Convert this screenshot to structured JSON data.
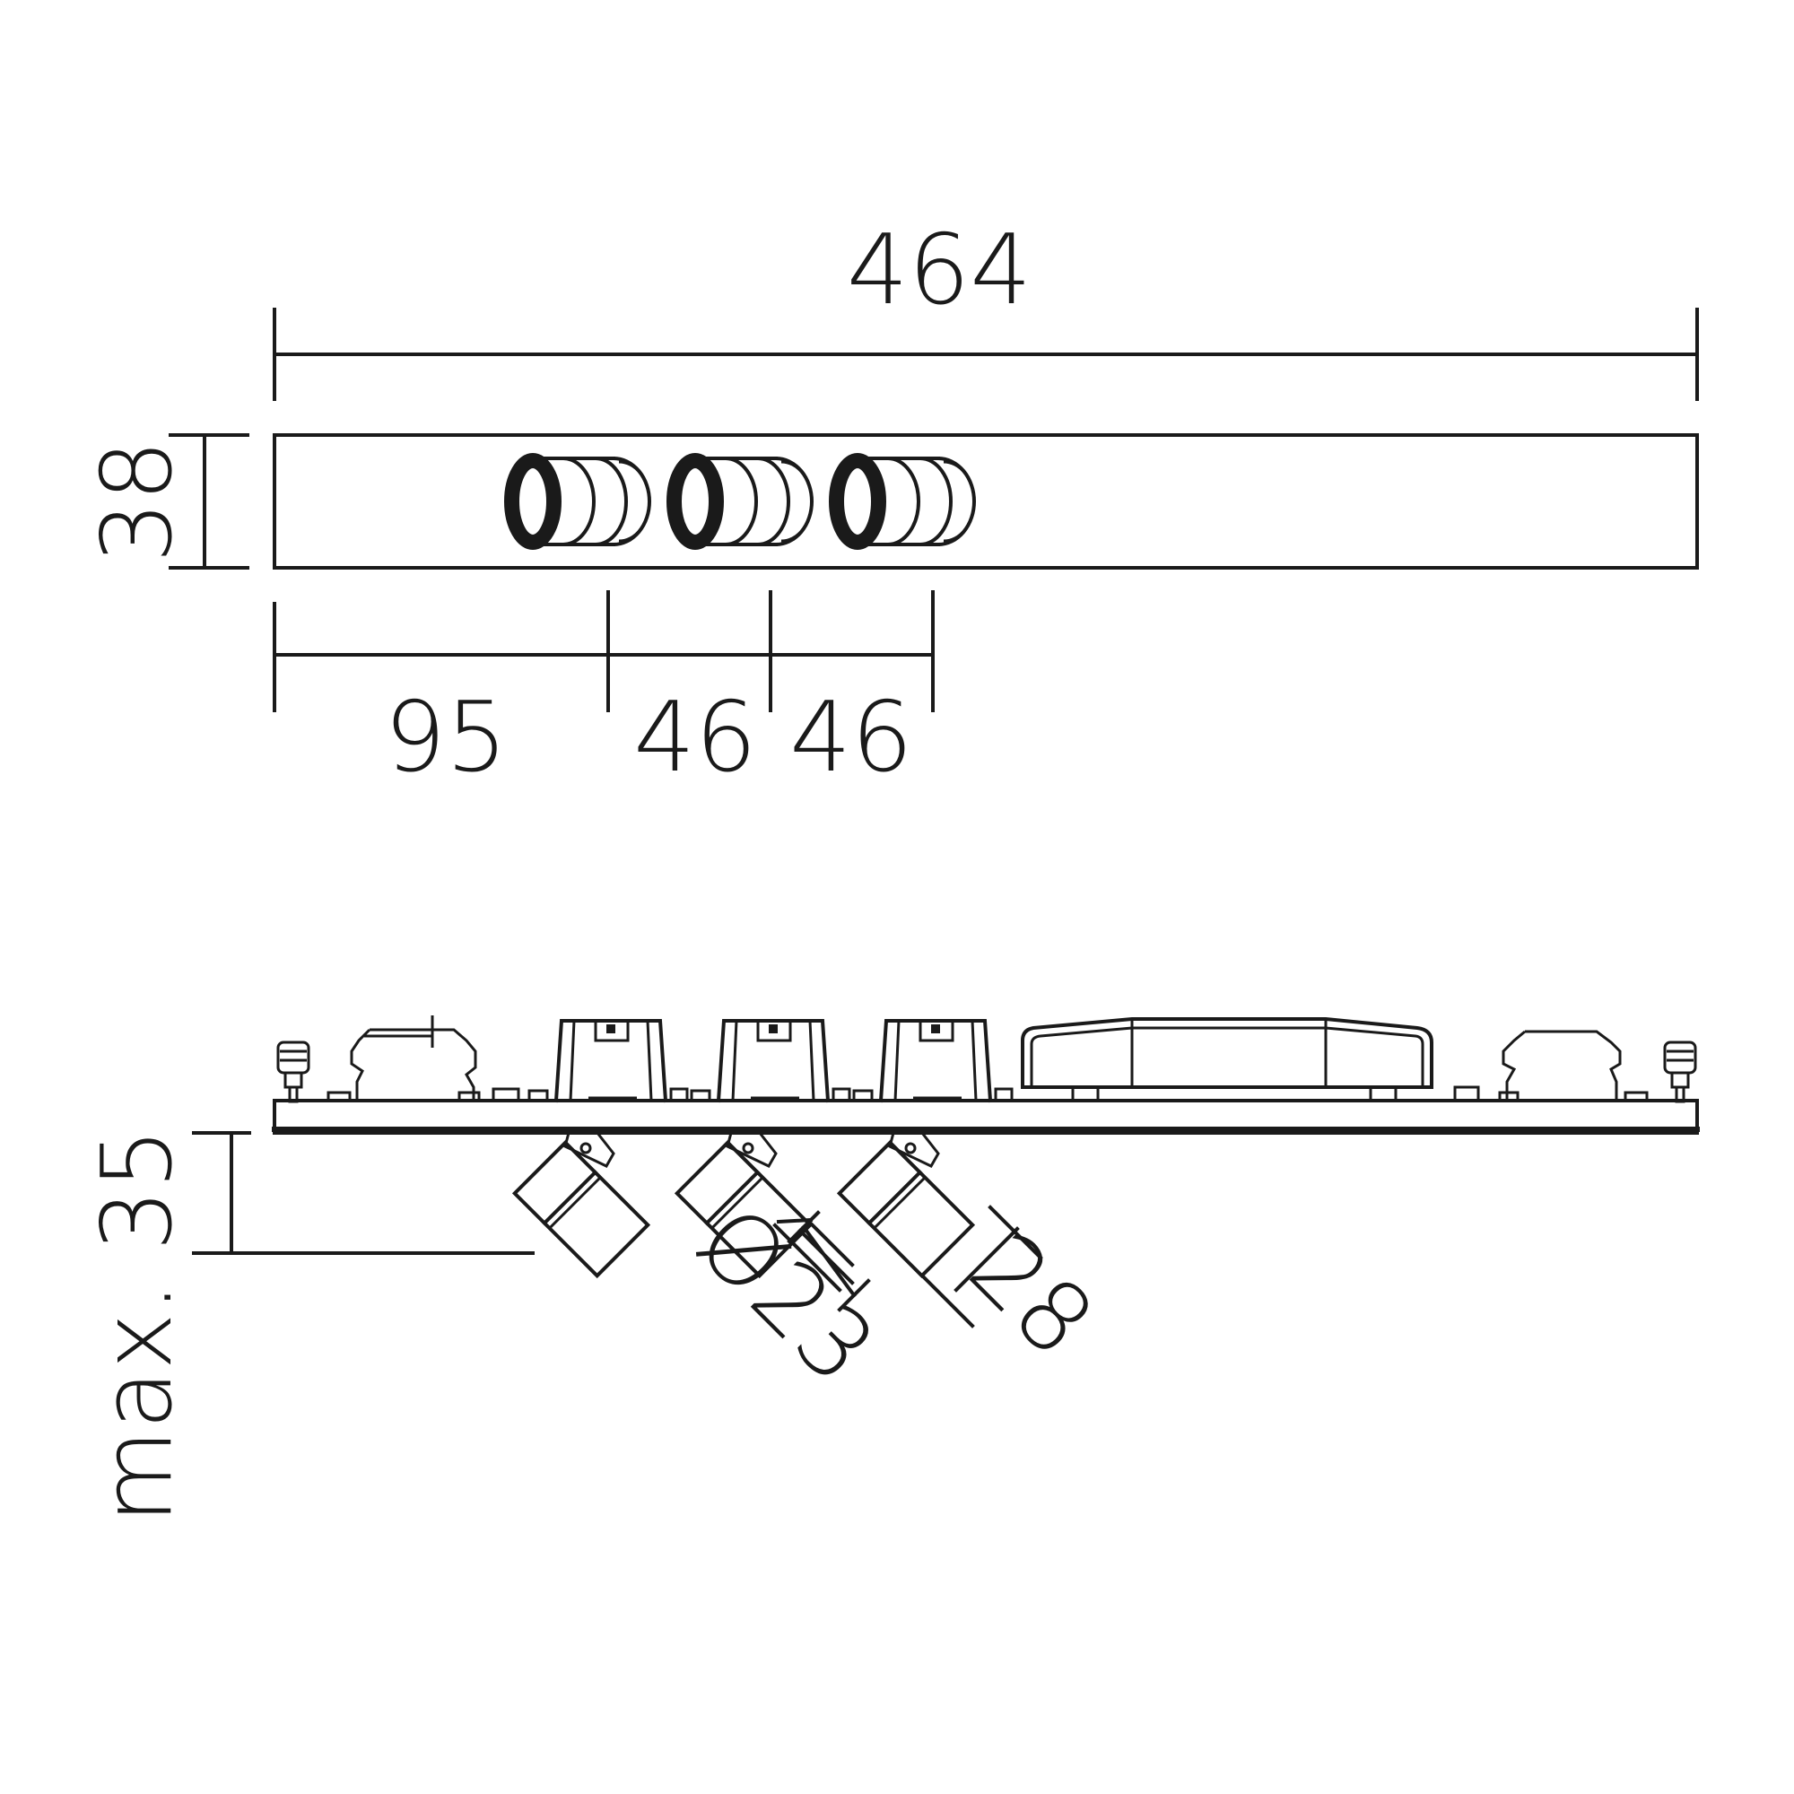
{
  "top_view": {
    "length_label": "464",
    "width_label": "38",
    "offset_label": "95",
    "spacing_labels": [
      "46",
      "46"
    ]
  },
  "side_view": {
    "height_label": "max. 35",
    "diameter_label": "Ø23",
    "head_length_label": "28"
  },
  "colors": {
    "line": "#1a1a1a",
    "background": "#ffffff"
  }
}
